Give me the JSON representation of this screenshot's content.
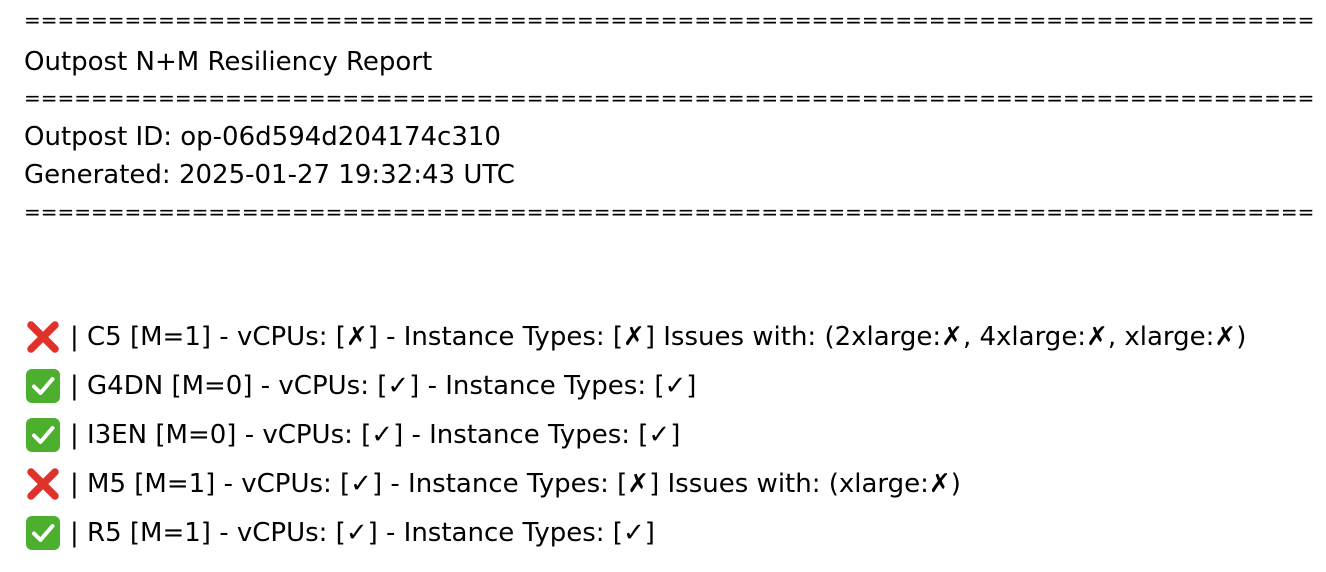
{
  "report": {
    "separator": "================================================================================================================",
    "title": "Outpost N+M Resiliency Report",
    "outpost_id_line": "Outpost ID: op-06d594d204174c310",
    "generated_line": "Generated: 2025-01-27 19:32:43 UTC",
    "rows": [
      {
        "status": "fail",
        "icon": "red-cross-icon",
        "text": "| C5 [M=1] - vCPUs: [✗] - Instance Types: [✗] Issues with: (2xlarge:✗, 4xlarge:✗, xlarge:✗)"
      },
      {
        "status": "pass",
        "icon": "green-check-icon",
        "text": "| G4DN [M=0] - vCPUs: [✓] - Instance Types: [✓]"
      },
      {
        "status": "pass",
        "icon": "green-check-icon",
        "text": "| I3EN [M=0] - vCPUs: [✓] - Instance Types: [✓]"
      },
      {
        "status": "fail",
        "icon": "red-cross-icon",
        "text": "| M5 [M=1] - vCPUs: [✓] - Instance Types: [✗] Issues with: (xlarge:✗)"
      },
      {
        "status": "pass",
        "icon": "green-check-icon",
        "text": "| R5 [M=1] - vCPUs: [✓] - Instance Types: [✓]"
      }
    ],
    "colors": {
      "fail": "#e0312b",
      "pass": "#4caf2e"
    }
  }
}
